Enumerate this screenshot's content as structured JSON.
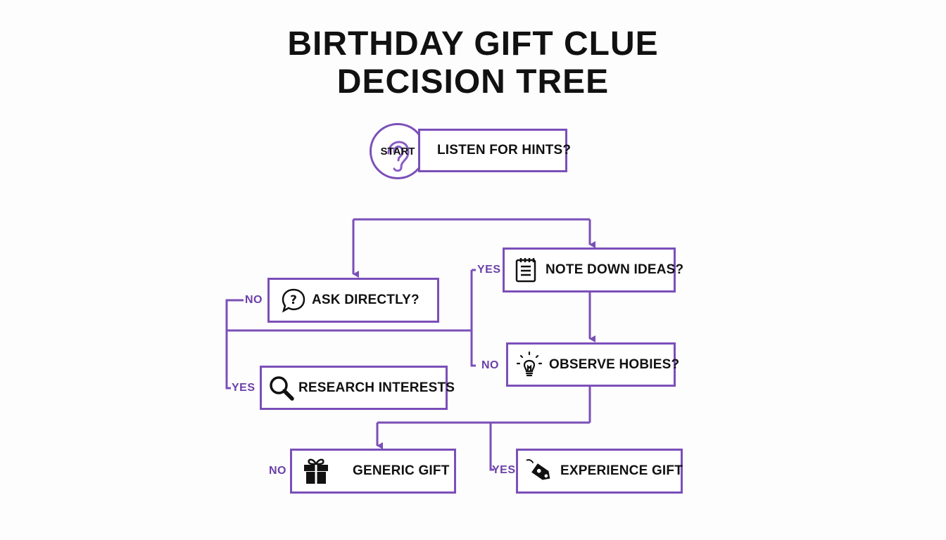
{
  "title": {
    "line1": "BIRTHDAY GIFT CLUE",
    "line2": "DECISION TREE"
  },
  "colors": {
    "accent": "#7b4fb8",
    "text": "#111111",
    "background": "#fdfdfd"
  },
  "start": {
    "label": "START",
    "icon": "ear-icon"
  },
  "nodes": {
    "listen": {
      "label": "LISTEN FOR HINTS?"
    },
    "ask": {
      "label": "ASK DIRECTLY?",
      "icon": "question-bubble-icon"
    },
    "note": {
      "label": "NOTE DOWN IDEAS?",
      "icon": "notepad-icon"
    },
    "observe": {
      "label": "OBSERVE HOBIES?",
      "icon": "lightbulb-icon"
    },
    "research": {
      "label": "RESEARCH INTERESTS",
      "icon": "magnifier-icon"
    },
    "generic": {
      "label": "GENERIC GIFT",
      "icon": "gift-icon"
    },
    "experience": {
      "label": "EXPERIENCE GIFT",
      "icon": "tag-icon"
    }
  },
  "branches": {
    "note_yes": "YES",
    "ask_no": "NO",
    "observe_no": "NO",
    "research_yes": "YES",
    "generic_no": "NO",
    "experience_yes": "YES"
  }
}
